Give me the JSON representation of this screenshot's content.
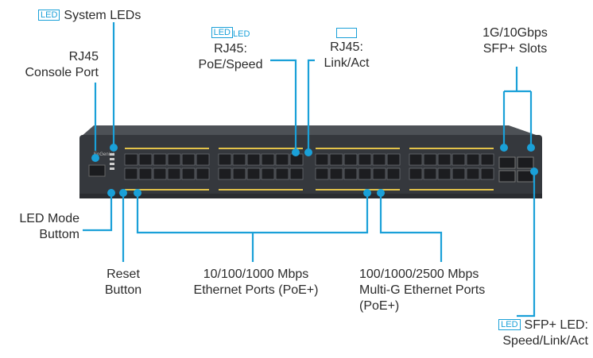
{
  "led_tag": "LED",
  "labels": {
    "system_leds": "System LEDs",
    "rj45_console": [
      "RJ45",
      "Console Port"
    ],
    "rj45_poe_speed": [
      "RJ45:",
      "PoE/Speed"
    ],
    "rj45_poe_speed_led2": "LED",
    "rj45_link_act": [
      "RJ45:",
      "Link/Act"
    ],
    "sfp_slots": [
      "1G/10Gbps",
      "SFP+ Slots"
    ],
    "led_mode_button": [
      "LED Mode",
      "Buttom"
    ],
    "reset_button": [
      "Reset",
      "Button"
    ],
    "ethernet_ports": [
      "10/100/1000 Mbps",
      "Ethernet Ports (PoE+)"
    ],
    "multig_ports": [
      "100/1000/2500 Mbps",
      "Multi-G Ethernet Ports",
      "(PoE+)"
    ],
    "sfp_led": [
      "SFP+ LED:",
      "Speed/Link/Act"
    ]
  },
  "colors": {
    "accent": "#1aa0d8",
    "chassis": "#3a3d42",
    "chassis_top": "#55595f",
    "port": "#1c1d20",
    "port_led": "#e3c34a"
  },
  "device": {
    "brand": "EnGenius"
  }
}
